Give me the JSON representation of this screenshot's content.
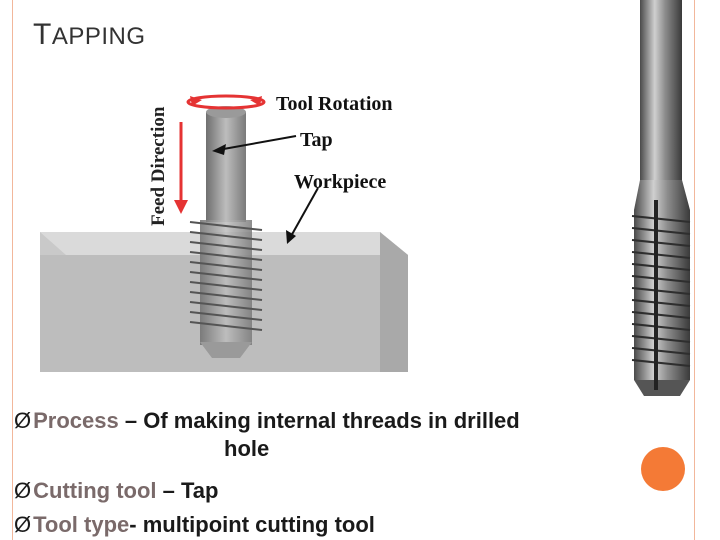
{
  "slide": {
    "title": "TAPPING",
    "title_first_letter": "T",
    "title_rest": "APPING",
    "accent_color": "#f47a36",
    "frame_color": "#f2b79b"
  },
  "diagram": {
    "feed_direction_label": "Feed Direction",
    "tool_rotation_label": "Tool Rotation",
    "tap_label": "Tap",
    "workpiece_label": "Workpiece"
  },
  "bullets": [
    {
      "marker": "Ø",
      "term": "Process",
      "text": " – Of making internal threads in drilled",
      "continuation": "hole"
    },
    {
      "marker": "Ø",
      "term": "Cutting tool",
      "text": " – Tap"
    },
    {
      "marker": "Ø",
      "term": "Tool type",
      "text": "- multipoint cutting tool"
    }
  ]
}
